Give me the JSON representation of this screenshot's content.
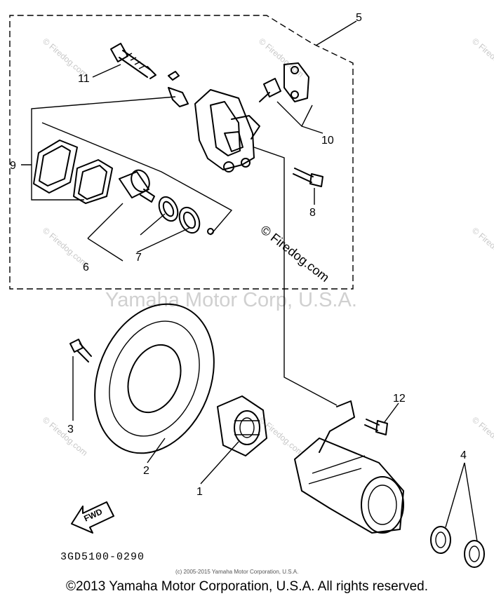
{
  "diagram": {
    "part_labels": [
      "1",
      "2",
      "3",
      "4",
      "5",
      "6",
      "7",
      "8",
      "9",
      "10",
      "11",
      "12"
    ],
    "part_number": "3GD5100-0290",
    "fwd_arrow_text": "FWD",
    "watermark_large": "Yamaha Motor Corp, U.S.A.",
    "watermark_tiles": "© Firedog.com",
    "watermark_center": "© Firedog.com",
    "small_copyright": "(c) 2005-2015 Yamaha Motor Corporation, U.S.A.",
    "footer_copyright": "©2013 Yamaha Motor Corporation, U.S.A. All rights reserved."
  }
}
